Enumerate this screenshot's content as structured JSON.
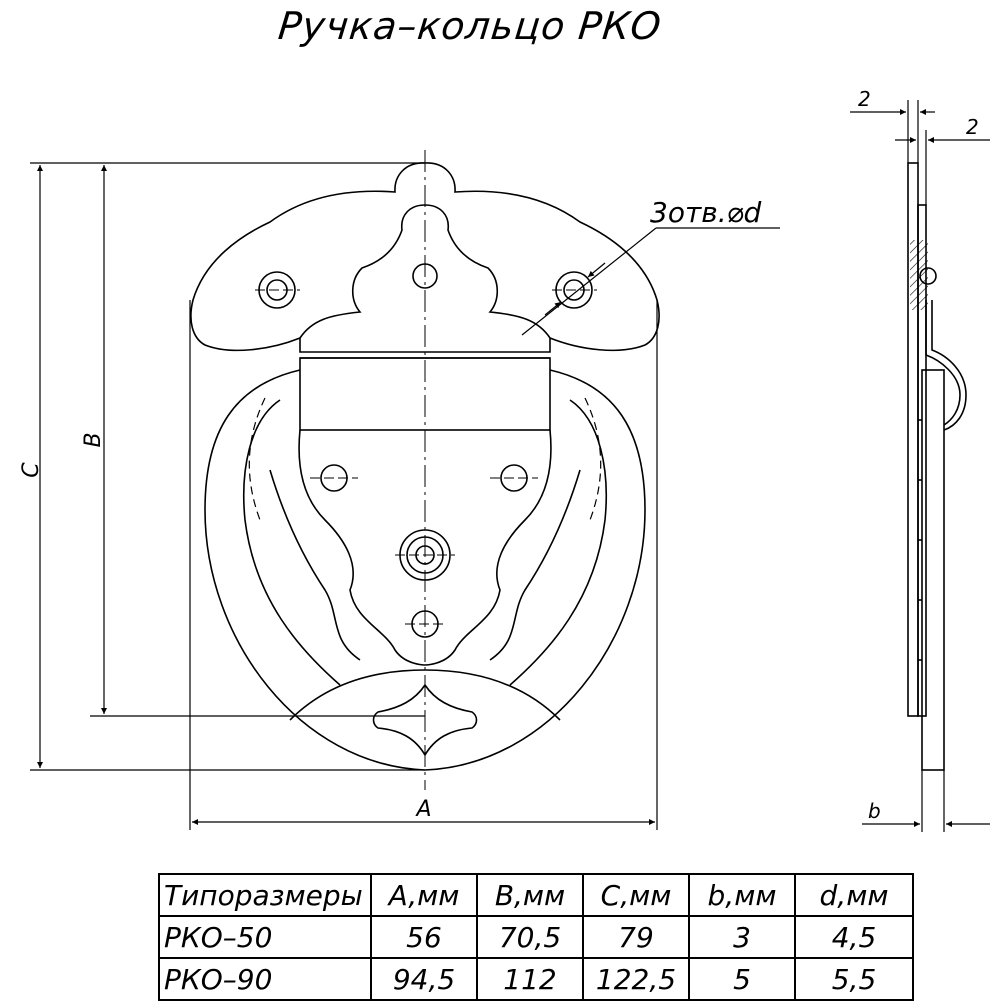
{
  "title": "Ручка–кольцо РКО",
  "dimensions": {
    "A": "A",
    "B": "B",
    "C": "C",
    "b": "b",
    "thickness_top_1": "2",
    "thickness_top_2": "2",
    "holes_callout": "3отв.⌀d"
  },
  "table": {
    "headers": [
      "Типоразмеры",
      "A,мм",
      "B,мм",
      "C,мм",
      "b,мм",
      "d,мм"
    ],
    "rows": [
      [
        "РКО–50",
        "56",
        "70,5",
        "79",
        "3",
        "4,5"
      ],
      [
        "РКО–90",
        "94,5",
        "112",
        "122,5",
        "5",
        "5,5"
      ]
    ]
  }
}
